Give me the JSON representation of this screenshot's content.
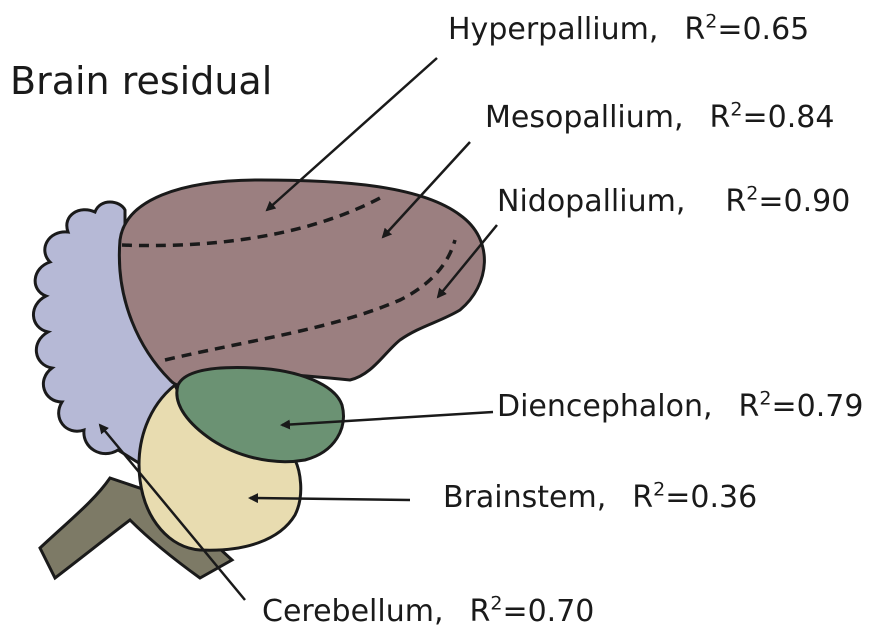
{
  "title": "Brain residual",
  "regions": {
    "hyperpallium": {
      "name": "Hyperpallium,",
      "r2_prefix": "R",
      "r2_exp": "2",
      "r2_value": "=0.65",
      "color": "#9b7f80"
    },
    "mesopallium": {
      "name": "Mesopallium,",
      "r2_prefix": "R",
      "r2_exp": "2",
      "r2_value": "=0.84",
      "color": "#9b7f80"
    },
    "nidopallium": {
      "name": "Nidopallium,",
      "r2_prefix": "R",
      "r2_exp": "2",
      "r2_value": "=0.90",
      "color": "#9b7f80"
    },
    "diencephalon": {
      "name": "Diencephalon,",
      "r2_prefix": "R",
      "r2_exp": "2",
      "r2_value": "=0.79",
      "color": "#6b9273"
    },
    "brainstem": {
      "name": "Brainstem,",
      "r2_prefix": "R",
      "r2_exp": "2",
      "r2_value": "=0.36",
      "color": "#e8dcb0"
    },
    "cerebellum": {
      "name": "Cerebellum,",
      "r2_prefix": "R",
      "r2_exp": "2",
      "r2_value": "=0.70",
      "color": "#b6b9d6"
    }
  },
  "colors": {
    "outline": "#1a1a1a",
    "spinal_cord": "#7d7a66"
  }
}
